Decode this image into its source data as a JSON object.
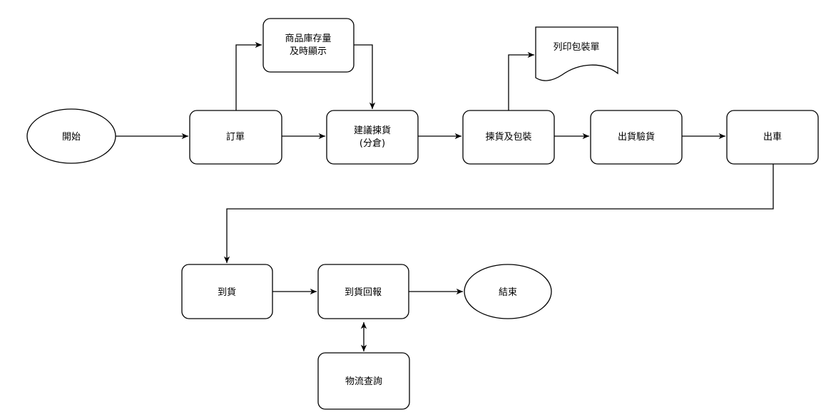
{
  "nodes": {
    "start": "開始",
    "order": "訂單",
    "inventory_line1": "商品庫存量",
    "inventory_line2": "及時顯示",
    "suggest_line1": "建議揀貨",
    "suggest_line2": "(分倉)",
    "pick_pack": "揀貨及包裝",
    "print_doc": "列印包裝單",
    "inspect": "出貨驗貨",
    "ship": "出車",
    "arrive": "到貨",
    "report": "到貨回報",
    "end": "結束",
    "tracking": "物流查詢"
  }
}
